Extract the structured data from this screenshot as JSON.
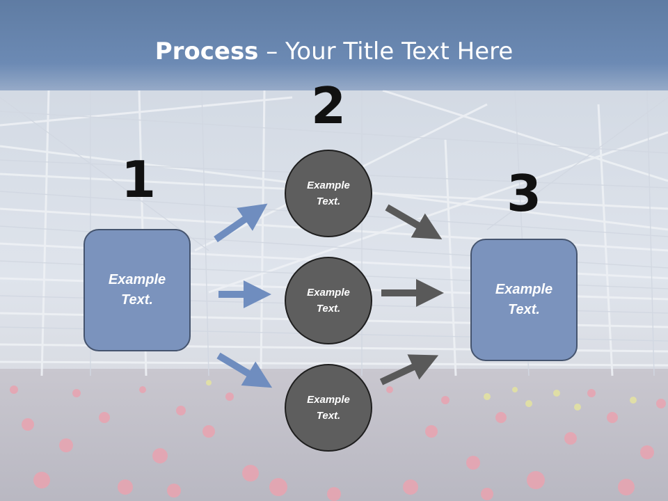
{
  "title": {
    "bold": "Process",
    "rest": " – Your Title Text Here"
  },
  "steps": {
    "n1": "1",
    "n2": "2",
    "n3": "3"
  },
  "left_box": {
    "text": "Example\nText."
  },
  "right_box": {
    "text": "Example\nText."
  },
  "circles": [
    {
      "text": "Example\nText."
    },
    {
      "text": "Example\nText."
    },
    {
      "text": "Example\nText."
    }
  ],
  "colors": {
    "header": "#6c8ab4",
    "box_fill": "#7b93bd",
    "circle_fill": "#5e5e5e",
    "blue_arrow": "#6f8dbf",
    "gray_arrow": "#595959"
  }
}
